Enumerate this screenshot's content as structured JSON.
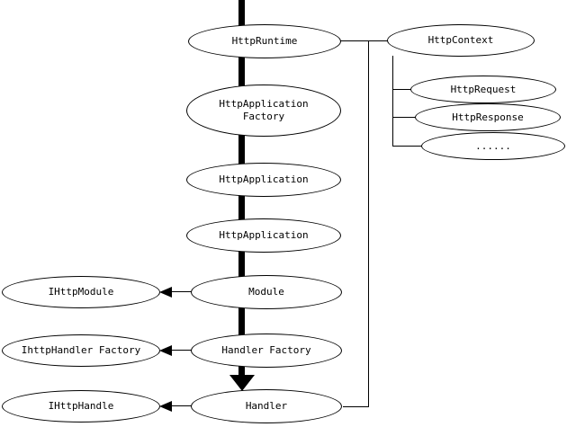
{
  "diagram": {
    "nodes": {
      "httpRuntime": "HttpRuntime",
      "httpApplicationFactory": "HttpApplication Factory",
      "httpApplication1": "HttpApplication",
      "httpApplication2": "HttpApplication",
      "module": "Module",
      "handlerFactory": "Handler Factory",
      "handler": "Handler",
      "httpContext": "HttpContext",
      "httpRequest": "HttpRequest",
      "httpResponse": "HttpResponse",
      "ellipsis": "......",
      "ihttpModule": "IHttpModule",
      "ihttpHandlerFactory": "IhttpHandler Factory",
      "ihttpHandle": "IHttpHandle"
    },
    "edges": [
      {
        "from": "HttpRuntime",
        "to": "HttpApplication Factory",
        "type": "thick-flow"
      },
      {
        "from": "HttpApplication Factory",
        "to": "HttpApplication",
        "type": "thick-flow"
      },
      {
        "from": "HttpApplication",
        "to": "HttpApplication",
        "type": "thick-flow"
      },
      {
        "from": "HttpApplication",
        "to": "Module",
        "type": "thick-flow"
      },
      {
        "from": "Module",
        "to": "Handler Factory",
        "type": "thick-flow"
      },
      {
        "from": "Handler Factory",
        "to": "Handler",
        "type": "thick-flow-arrow"
      },
      {
        "from": "HttpRuntime",
        "to": "HttpContext",
        "type": "line"
      },
      {
        "from": "HttpRuntime",
        "to": "Handler",
        "type": "line"
      },
      {
        "from": "HttpContext",
        "to": "HttpRequest",
        "type": "line"
      },
      {
        "from": "HttpContext",
        "to": "HttpResponse",
        "type": "line"
      },
      {
        "from": "HttpContext",
        "to": "......",
        "type": "line"
      },
      {
        "from": "Module",
        "to": "IHttpModule",
        "type": "arrow"
      },
      {
        "from": "Handler Factory",
        "to": "IhttpHandler Factory",
        "type": "arrow"
      },
      {
        "from": "Handler",
        "to": "IHttpHandle",
        "type": "arrow"
      }
    ],
    "colors": {
      "line": "#000000",
      "background": "#ffffff",
      "node_fill": "#ffffff"
    }
  }
}
